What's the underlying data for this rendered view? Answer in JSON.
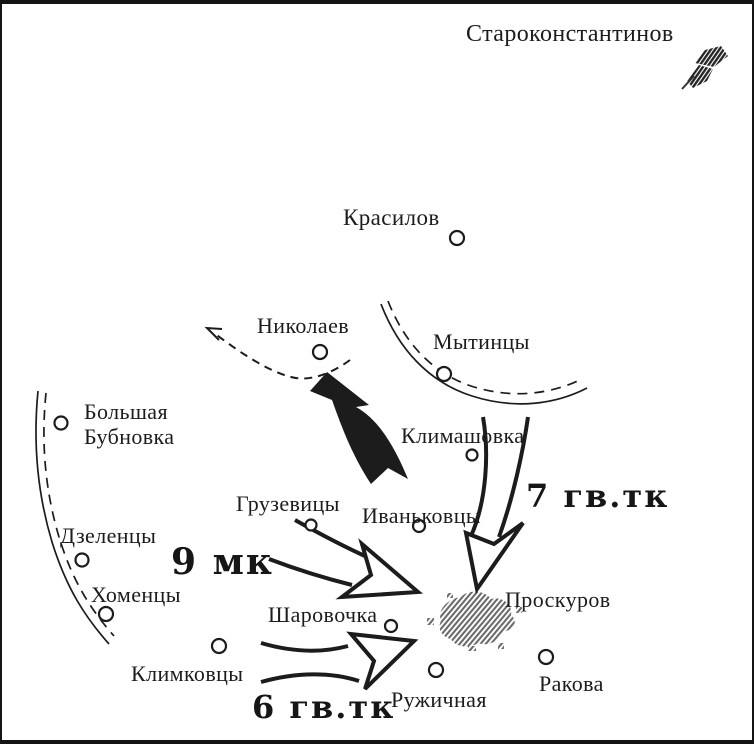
{
  "towns": [
    {
      "name": "Староконстантинов"
    },
    {
      "name": "Красилов"
    },
    {
      "name": "Николаев"
    },
    {
      "name": "Мытинцы"
    },
    {
      "name": "Большая Бубновка"
    },
    {
      "name": "Климашовка"
    },
    {
      "name": "Грузевицы"
    },
    {
      "name": "Иваньковцы"
    },
    {
      "name": "Дзеленцы"
    },
    {
      "name": "Хоменцы"
    },
    {
      "name": "Шаровочка"
    },
    {
      "name": "Проскуров"
    },
    {
      "name": "Климковцы"
    },
    {
      "name": "Ружичная"
    },
    {
      "name": "Ракова"
    }
  ],
  "units": [
    {
      "label": "7 гв.тк"
    },
    {
      "label": "9 мк"
    },
    {
      "label": "6 гв.тк"
    }
  ],
  "colors": {
    "ink": "#1c1c1c",
    "background": "#ffffff",
    "city_hatch": "#6b6b6b",
    "city_hatch_dark": "#262626"
  }
}
